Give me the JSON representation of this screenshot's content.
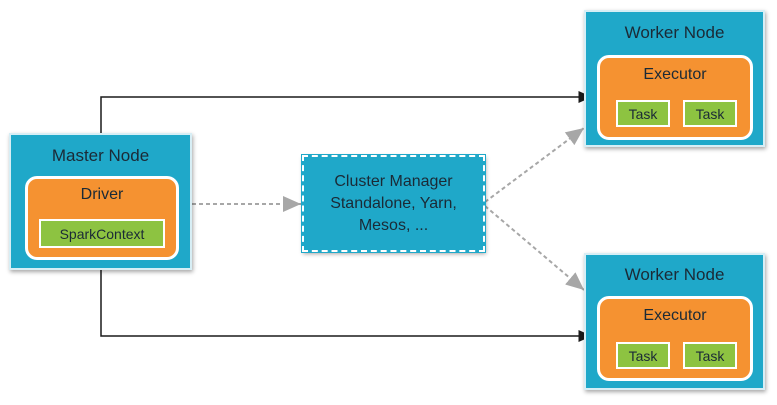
{
  "master": {
    "title": "Master Node",
    "driver": "Driver",
    "context": "SparkContext"
  },
  "cluster": {
    "line1": "Cluster Manager",
    "line2": "Standalone, Yarn,",
    "line3": "Mesos, ..."
  },
  "workers": [
    {
      "title": "Worker Node",
      "executor": "Executor",
      "tasks": [
        "Task",
        "Task"
      ]
    },
    {
      "title": "Worker Node",
      "executor": "Executor",
      "tasks": [
        "Task",
        "Task"
      ]
    }
  ],
  "colors": {
    "node": "#1fa8c9",
    "box": "#f59231",
    "task": "#8dc341",
    "arrow": "#1a1a1a",
    "dashed_arrow": "#a7a7a7"
  }
}
